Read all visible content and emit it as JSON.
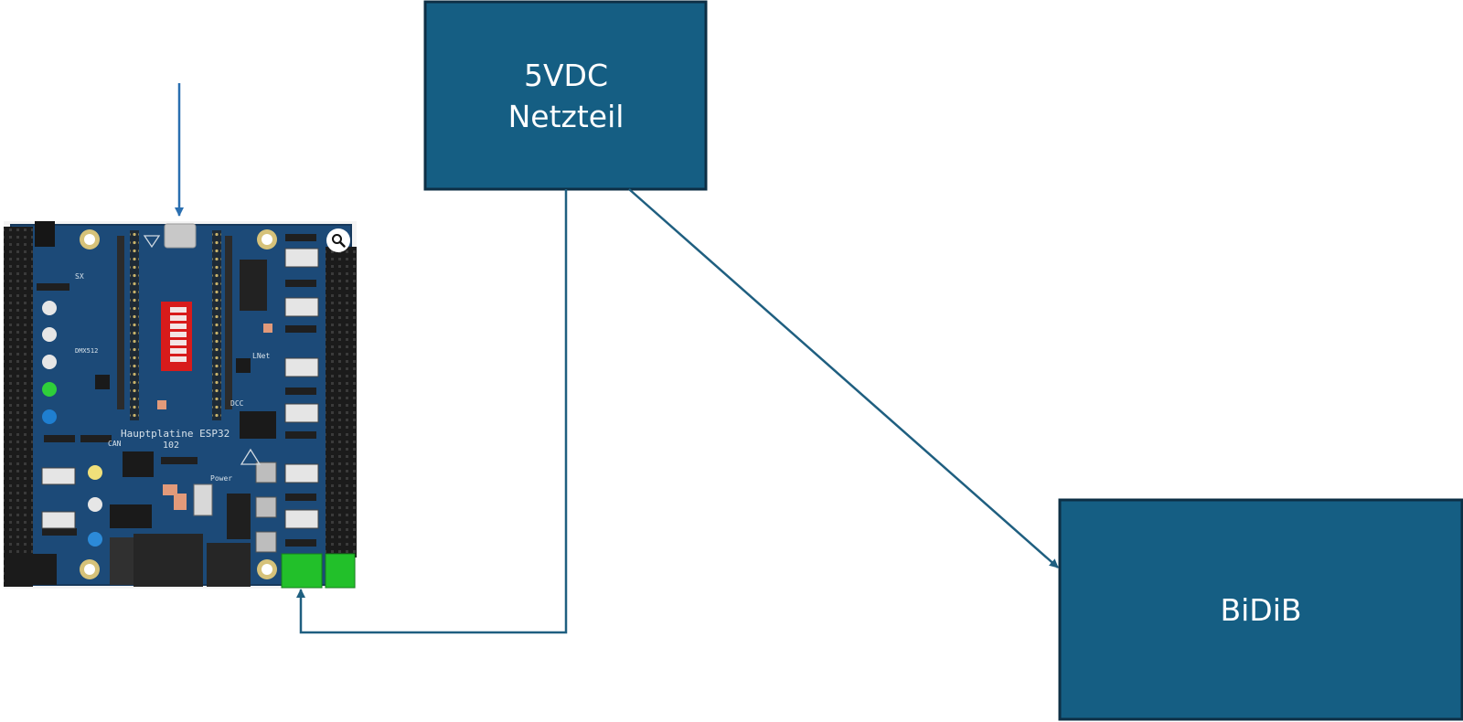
{
  "nodes": {
    "power_supply": {
      "line1": "5VDC",
      "line2": "Netzteil"
    },
    "bidib": {
      "label": "BiDiB"
    }
  },
  "board": {
    "silkscreen": {
      "title": "Hauptplatine ESP32",
      "version": "102",
      "sx": "SX",
      "dmx": "DMX512",
      "lnet": "LNet",
      "dcc": "DCC",
      "can": "CAN",
      "power": "Power"
    },
    "zoom_icon": "magnifier-icon"
  },
  "colors": {
    "box_fill": "#155e83",
    "box_border": "#0d2f45",
    "connector": "#1f5f80",
    "arrow_blue": "#2a6fb0",
    "pcb": "#1c4a78",
    "terminal_green": "#22c02a",
    "dip_red": "#d81b1b"
  }
}
